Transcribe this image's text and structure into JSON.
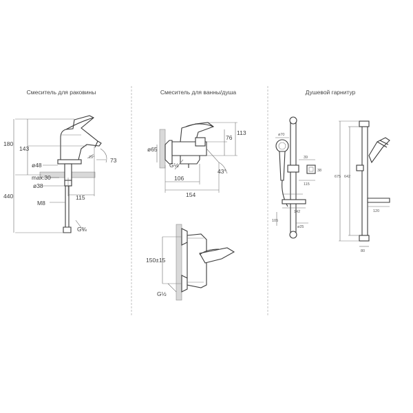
{
  "panels": [
    {
      "title": "Смеситель для раковины",
      "dims": {
        "h_total": "180",
        "h_spout": "143",
        "d_base": "ø48",
        "max_thick": "max.30",
        "d_hole": "ø38",
        "h_below": "440",
        "reach": "115",
        "thread": "M8",
        "outlet": "G⅜",
        "angle": "73",
        "angle2": "29°"
      }
    },
    {
      "title": "Смеситель для ванны/душа",
      "dims": {
        "h_top": "113",
        "h_handle": "76",
        "d_flange": "ø65",
        "w_inner": "106",
        "w_total": "154",
        "angle": "43°",
        "outlet": "G½",
        "center": "150±15",
        "inlet": "G½"
      }
    },
    {
      "title": "Душевой гарнитур",
      "dims": {
        "d_head": "ø70",
        "d_bar": "ø25",
        "h_total": "675",
        "h_bar": "642",
        "w_holder": "105",
        "w_soap": "142",
        "w_right": "120",
        "w_base": "80",
        "s1": "39",
        "s2": "38",
        "s3": "115"
      }
    }
  ]
}
